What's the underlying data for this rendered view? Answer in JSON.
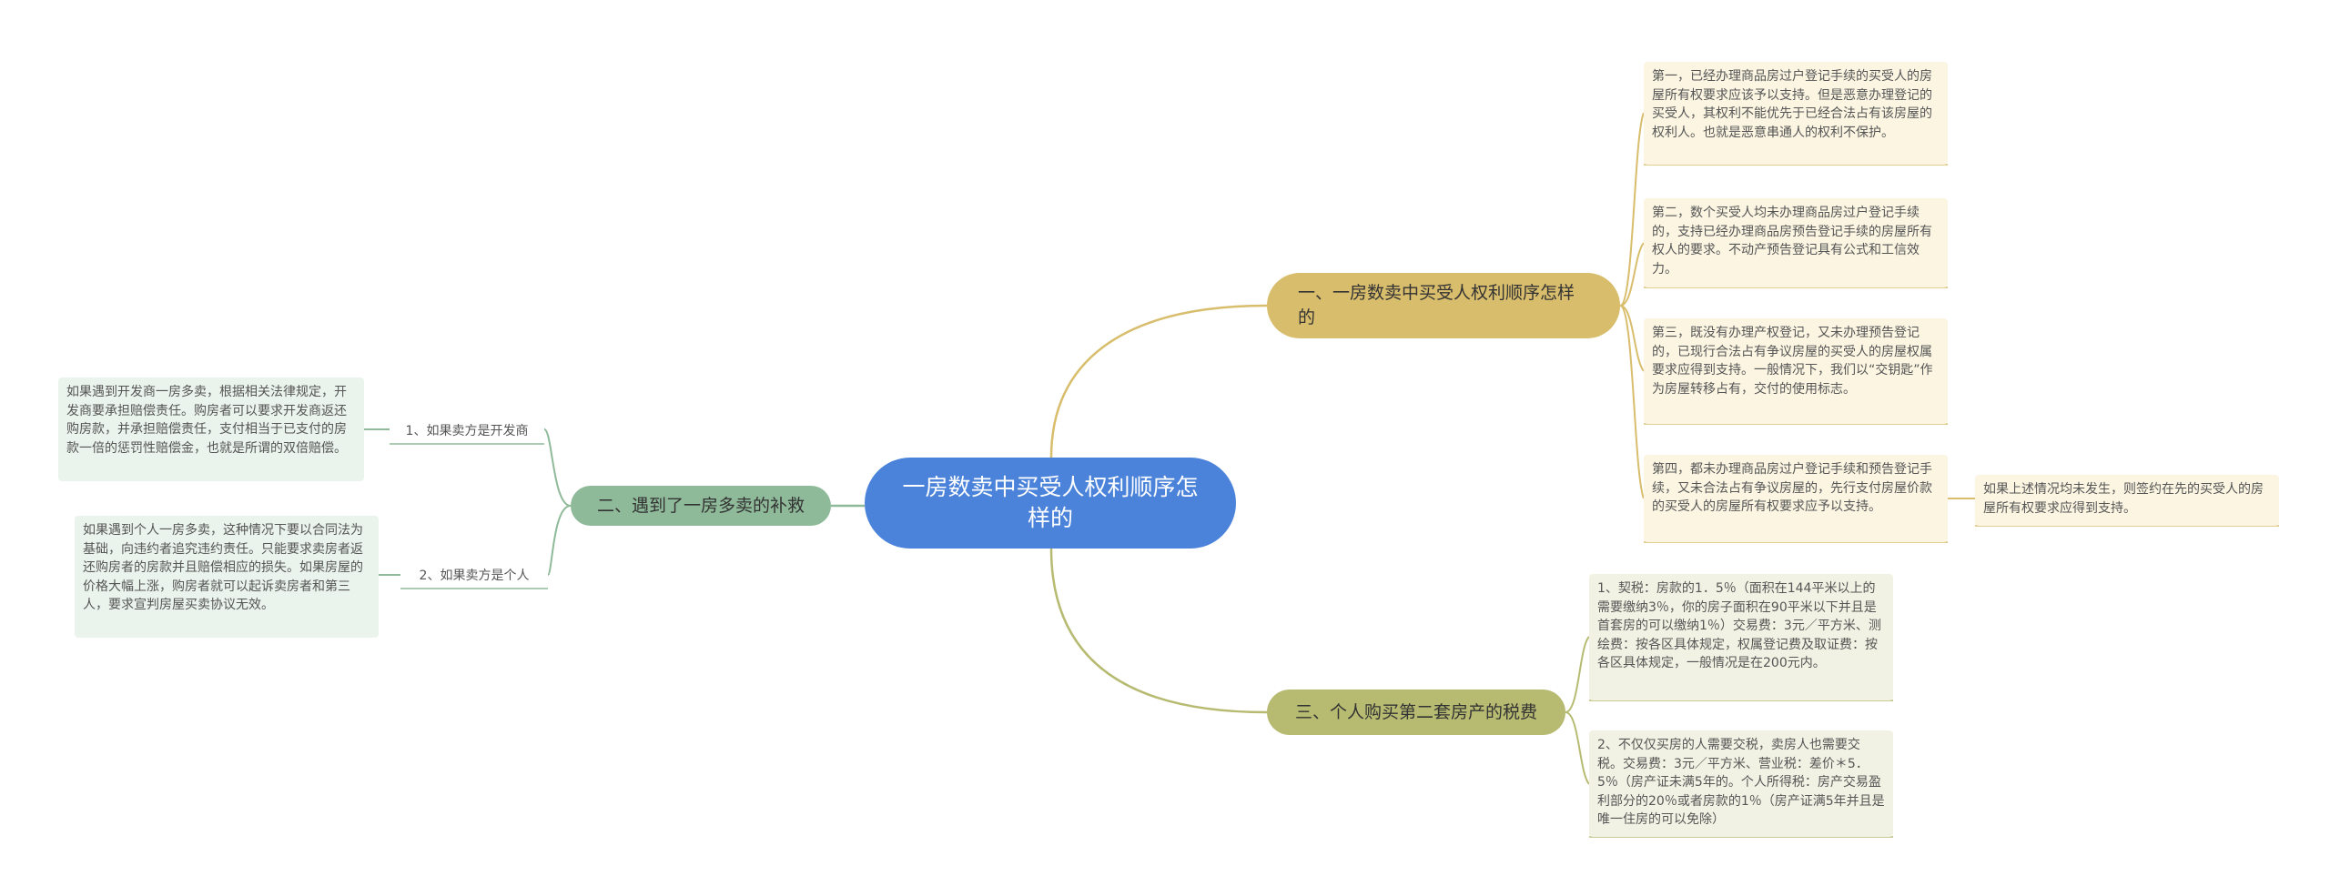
{
  "root": {
    "title": "一房数卖中买受人权利顺序怎样的"
  },
  "branches": [
    {
      "title": "一、一房数卖中买受人权利顺序怎样的",
      "leaves": [
        "第一，已经办理商品房过户登记手续的买受人的房屋所有权要求应该予以支持。但是恶意办理登记的买受人，其权利不能优先于已经合法占有该房屋的权利人。也就是恶意串通人的权利不保护。",
        "第二，数个买受人均未办理商品房过户登记手续的，支持已经办理商品房预告登记手续的房屋所有权人的要求。不动产预告登记具有公式和工信效力。",
        "第三，既没有办理产权登记，又未办理预告登记的，已现行合法占有争议房屋的买受人的房屋权属要求应得到支持。一般情况下，我们以“交钥匙”作为房屋转移占有，交付的使用标志。",
        "第四，都未办理商品房过户登记手续和预告登记手续，又未合法占有争议房屋的，先行支付房屋价款的买受人的房屋所有权要求应予以支持。"
      ],
      "extra": "如果上述情况均未发生，则签约在先的买受人的房屋所有权要求应得到支持。"
    },
    {
      "title": "二、遇到了一房多卖的补救",
      "subs": [
        {
          "label": "1、如果卖方是开发商",
          "text": "如果遇到开发商一房多卖，根据相关法律规定，开发商要承担赔偿责任。购房者可以要求开发商返还购房款，并承担赔偿责任，支付相当于已支付的房款一倍的惩罚性赔偿金，也就是所谓的双倍赔偿。"
        },
        {
          "label": "2、如果卖方是个人",
          "text": "如果遇到个人一房多卖，这种情况下要以合同法为基础，向违约者追究违约责任。只能要求卖房者返还购房者的房款并且赔偿相应的损失。如果房屋的价格大幅上涨，购房者就可以起诉卖房者和第三人，要求宣判房屋买卖协议无效。"
        }
      ]
    },
    {
      "title": "三、个人购买第二套房产的税费",
      "leaves": [
        "1、契税：房款的1．5％（面积在144平米以上的需要缴纳3％，你的房子面积在90平米以下并且是首套房的可以缴纳1％）交易费：3元／平方米、测绘费：按各区具体规定，权属登记费及取证费：按各区具体规定，一般情况是在200元内。",
        "2、不仅仅买房的人需要交税，卖房人也需要交税。交易费：3元／平方米、营业税：差价＊5．5％（房产证未满5年的。个人所得税：房产交易盈利部分的20％或者房款的1％（房产证满5年并且是唯一住房的可以免除）"
      ]
    }
  ],
  "colors": {
    "root": "#4b83da",
    "branch1": "#d8bd6c",
    "branch2": "#8fba9a",
    "branch3": "#b7bb72"
  }
}
